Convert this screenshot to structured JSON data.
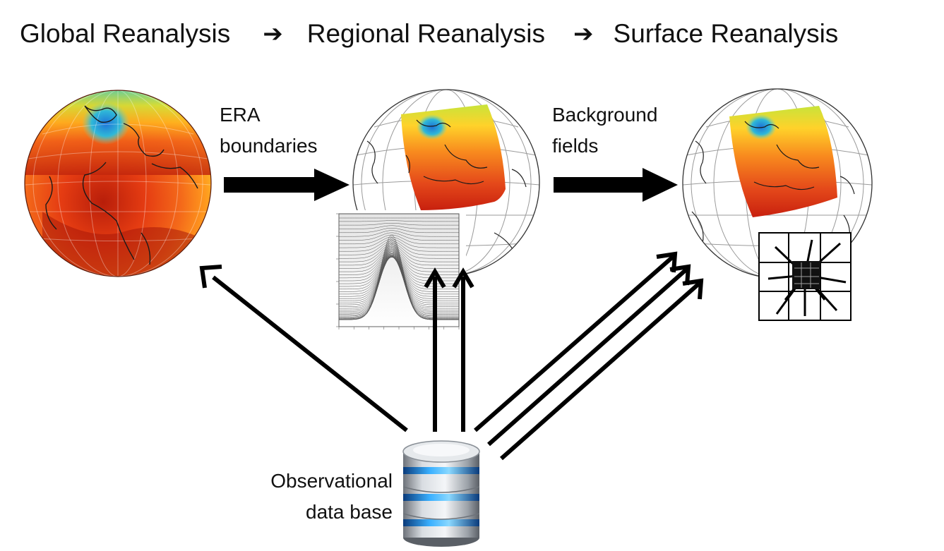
{
  "header": {
    "stages": [
      "Global Reanalysis",
      "Regional Reanalysis",
      "Surface Reanalysis"
    ],
    "separator": "➔"
  },
  "labels": {
    "era_line1": "ERA",
    "era_line2": "boundaries",
    "bg_line1": "Background",
    "bg_line2": "fields",
    "obs_line1": "Observational",
    "obs_line2": "data base"
  },
  "colors": {
    "warm_field": "#e23a10",
    "mid_field": "#ff9a1e",
    "cool_field": "#d6e63a",
    "polar_field": "#2fb8d8",
    "arrow": "#000000",
    "database_silver": "#b8bcc2",
    "database_glow": "#1e90ff"
  },
  "icons": {
    "globe": "globe-icon",
    "database": "database-icon",
    "profile_plot": "terrain-profile-plot",
    "station_grid": "station-grid-icon"
  }
}
